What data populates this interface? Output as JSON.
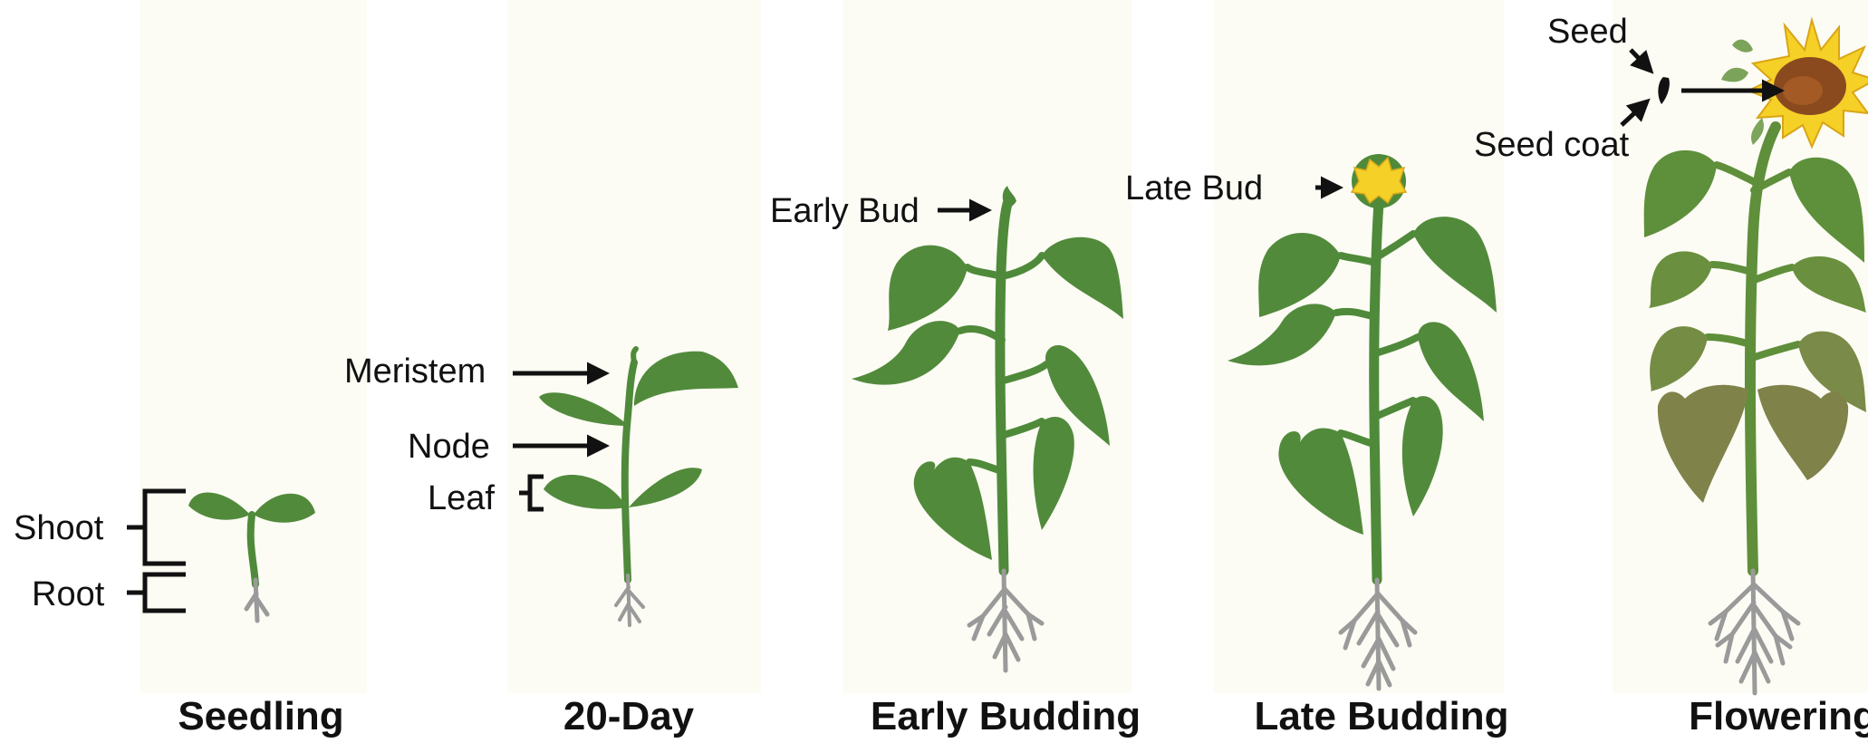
{
  "stages": [
    {
      "label": "Seedling"
    },
    {
      "label": "20-Day"
    },
    {
      "label": "Early Budding"
    },
    {
      "label": "Late Budding"
    },
    {
      "label": "Flowering"
    }
  ],
  "annotations": {
    "shoot": "Shoot",
    "root": "Root",
    "meristem": "Meristem",
    "node": "Node",
    "leaf": "Leaf",
    "early_bud": "Early Bud",
    "late_bud": "Late Bud",
    "seed": "Seed",
    "seed_coat": "Seed coat"
  },
  "colors": {
    "leaf_green": "#528a3c",
    "stem_green": "#4f8a3a",
    "root_gray": "#9a9a9a",
    "petal_yellow": "#f5d027",
    "disk_brown": "#8a4a1e",
    "panel_bg": "#fcfcf4"
  }
}
